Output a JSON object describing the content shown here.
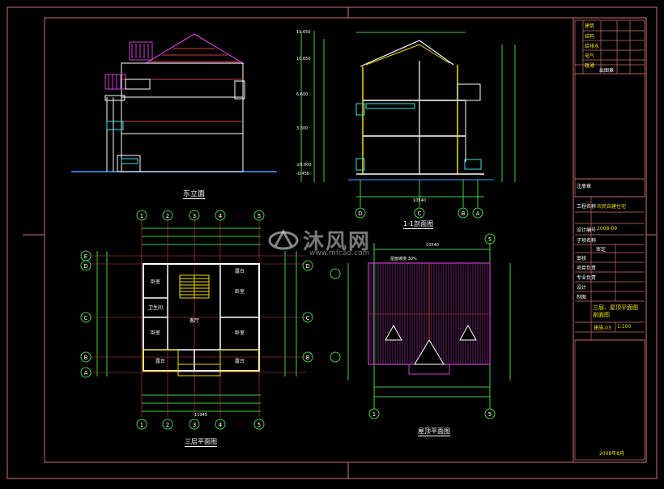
{
  "drawings": {
    "east_elevation": {
      "title": "东立面"
    },
    "section_1_1": {
      "title": "1-1剖面图",
      "levels": [
        "11.650",
        "10.650",
        "6.600",
        "3.300",
        "±0.000",
        "-0.450"
      ],
      "axes": [
        "D",
        "C",
        "B",
        "A"
      ],
      "total_width": "10540"
    },
    "floor_plan_3": {
      "title": "三层平面图",
      "axes_top": [
        "1",
        "2",
        "3",
        "4",
        "5"
      ],
      "axes_side": [
        "E",
        "D",
        "C",
        "B",
        "A"
      ],
      "rooms": [
        {
          "name": "卧室"
        },
        {
          "name": "卫生间"
        },
        {
          "name": "卧室"
        },
        {
          "name": "客厅"
        },
        {
          "name": "卧室"
        },
        {
          "name": "卧室"
        },
        {
          "name": "露台"
        },
        {
          "name": "露台"
        },
        {
          "name": "露台"
        }
      ],
      "total_width": "11940"
    },
    "roof_plan": {
      "title": "屋顶平面图",
      "note": "屋面坡度 30%",
      "axes": [
        "5",
        "1"
      ],
      "total_width": "10540"
    }
  },
  "title_block": {
    "signoff_rows": [
      "建筑",
      "结构",
      "给排水",
      "电气",
      "暖通"
    ],
    "stamp_label": "出图章",
    "seal_label": "注册章",
    "project_label": "工程名称",
    "project_value": "农民自建住宅",
    "design_no_label": "设计编号",
    "design_no": "2008-09",
    "item_label": "子项名称",
    "roles": [
      "审定",
      "审核",
      "项目负责",
      "专业负责",
      "设计",
      "制图"
    ],
    "drawing_title": "三层、屋顶平面图 剖面图",
    "scale": "1:100",
    "drawing_no": "建施-03",
    "date": "2008年8月"
  },
  "watermark": {
    "text": "沐风网",
    "url": "www.mfcad.com"
  },
  "colors": {
    "background": "#000000",
    "frame": "#d07070",
    "wall": "#ffffff",
    "dim": "#40d040",
    "axis": "#d04040",
    "text": "#ffffff",
    "yellow": "#f0e000",
    "roof": "#d040d0",
    "ground": "#40a0ff",
    "cyan": "#40e0e0"
  }
}
